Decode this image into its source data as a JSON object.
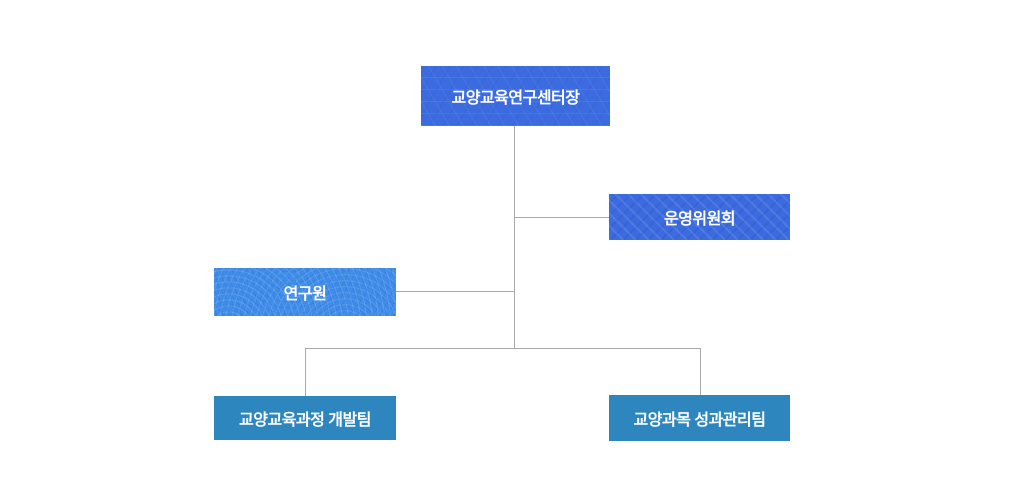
{
  "org_chart": {
    "type": "organization-chart",
    "nodes": {
      "director": {
        "label": "교양교육연구센터장",
        "color": "#3B6BDF",
        "pattern": "hexagon"
      },
      "committee": {
        "label": "운영위원회",
        "color": "#3B6BDF",
        "pattern": "chevron"
      },
      "researcher": {
        "label": "연구원",
        "color": "#3F8CE9",
        "pattern": "rings"
      },
      "dev_team": {
        "label": "교양교육과정 개발팀",
        "color": "#2D86BD",
        "pattern": "solid"
      },
      "performance_team": {
        "label": "교양과목 성과관리팀",
        "color": "#2D86BD",
        "pattern": "solid"
      }
    },
    "edges": [
      {
        "from": "director",
        "to": "committee"
      },
      {
        "from": "director",
        "to": "researcher"
      },
      {
        "from": "director",
        "to": "dev_team"
      },
      {
        "from": "director",
        "to": "performance_team"
      }
    ],
    "colors": {
      "background": "#ffffff",
      "connector": "#A9A9A9",
      "text": "#ffffff"
    }
  }
}
